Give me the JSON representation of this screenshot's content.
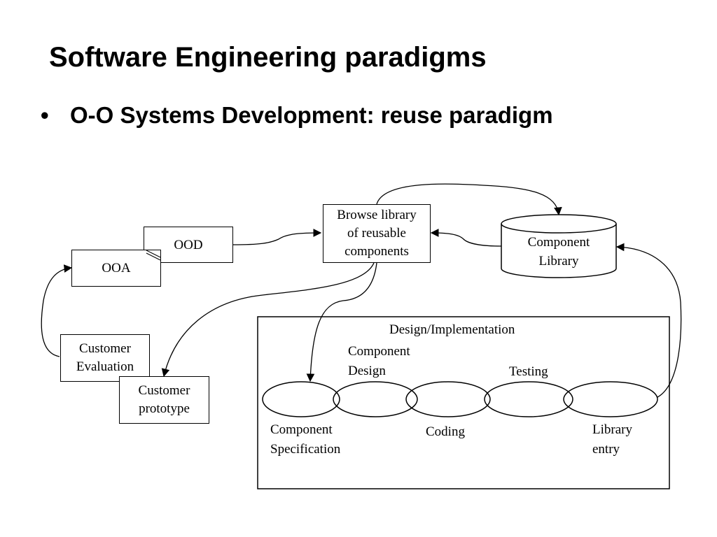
{
  "slide": {
    "title": "Software Engineering paradigms",
    "bullet": "•",
    "subtitle": "O-O Systems Development: reuse paradigm"
  },
  "diagram": {
    "nodes": {
      "ooa": "OOA",
      "ood": "OOD",
      "browse": "Browse library\nof reusable\ncomponents",
      "library": "Component\nLibrary",
      "evaluation": "Customer\nEvaluation",
      "prototype": "Customer\nprototype"
    },
    "panel": {
      "title": "Design/Implementation",
      "component_design": "Component\nDesign",
      "testing": "Testing",
      "component_spec": "Component\nSpecification",
      "coding": "Coding",
      "library_entry": "Library\nentry"
    }
  }
}
